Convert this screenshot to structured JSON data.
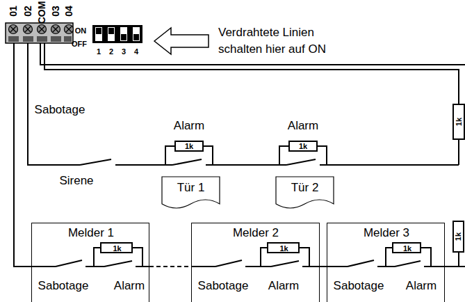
{
  "diagram": {
    "nodes": [
      {
        "text": [
          "Tür 1"
        ]
      },
      {
        "text": [
          "Tür 2"
        ]
      },
      {
        "text": [
          "Melder 1",
          "1k",
          "Sabotage",
          "Alarm"
        ]
      },
      {
        "text": [
          "Melder 2",
          "1k",
          "Sabotage",
          "Alarm"
        ]
      },
      {
        "text": [
          "Melder 3",
          "1k",
          "Sabotage",
          "Alarm"
        ]
      }
    ],
    "labels": [
      "01",
      "02",
      "COM",
      "03",
      "04",
      "ON",
      "OFF",
      "1",
      "2",
      "3",
      "4",
      "Verdrahtete Linien schalten hier auf ON",
      "Sabotage",
      "Alarm",
      "1k",
      "Alarm",
      "1k",
      "Sirene",
      "1k",
      "1k"
    ]
  }
}
